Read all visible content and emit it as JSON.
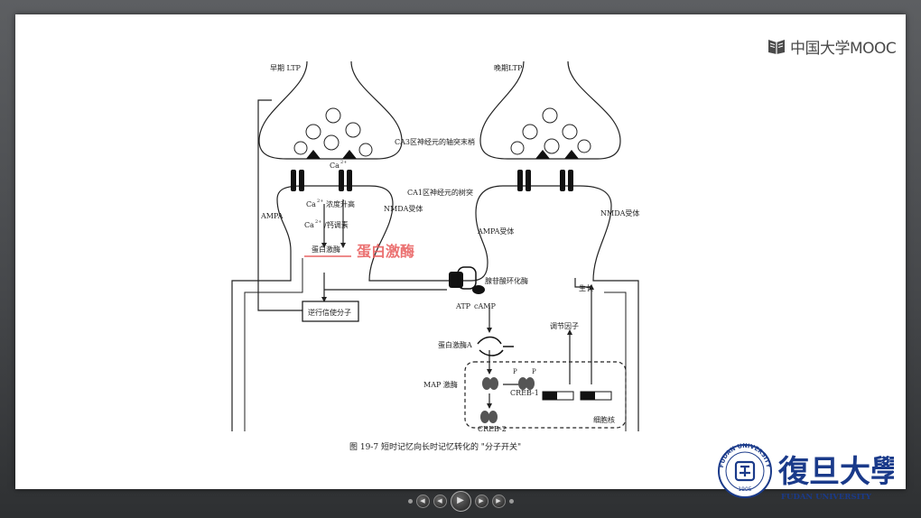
{
  "header": {
    "platform_logo_text": "中国大学MOOC"
  },
  "diagram": {
    "labels": {
      "early_ltp": "早期 LTP",
      "late_ltp": "晚期LTP",
      "ca3_terminal": "CA3区神经元的轴突末梢",
      "ca1_dendrite": "CA1区神经元的树突",
      "ca_ion": "Ca",
      "ca_superscript": "2+",
      "ca_conc": "浓度升高",
      "ca_calmodulin": "/钙调素",
      "protein_kinase": "蛋白激酶",
      "ampa_left": "AMPA",
      "nmda_left": "NMDA受体",
      "ampa_right": "AMPA受体",
      "nmda_right": "NMDA受体",
      "retrograde": "逆行信使分子",
      "adenylyl_cyclase": "腺苷酸环化酶",
      "atp": "ATP",
      "camp": "cAMP",
      "pka": "蛋白激酶A",
      "growth": "生长",
      "regulatory_factor": "调节因子",
      "map_kinase": "MAP 激酶",
      "phospho_p": "P",
      "creb1": "CREB-1",
      "creb2": "CREB-2",
      "nucleus": "细胞核"
    },
    "watermark": "蛋白激酶",
    "caption": "图 19-7   短时记忆向长时记忆转化的 \"分子开关\""
  },
  "footer": {
    "university_seal_text": "FUDAN UNIVERSITY",
    "seal_year": "1905",
    "university_name_cn": "復旦大學",
    "university_name_en": "FUDAN UNIVERSITY"
  },
  "player": {
    "buttons": [
      "prev",
      "rewind",
      "play",
      "forward",
      "next"
    ]
  }
}
